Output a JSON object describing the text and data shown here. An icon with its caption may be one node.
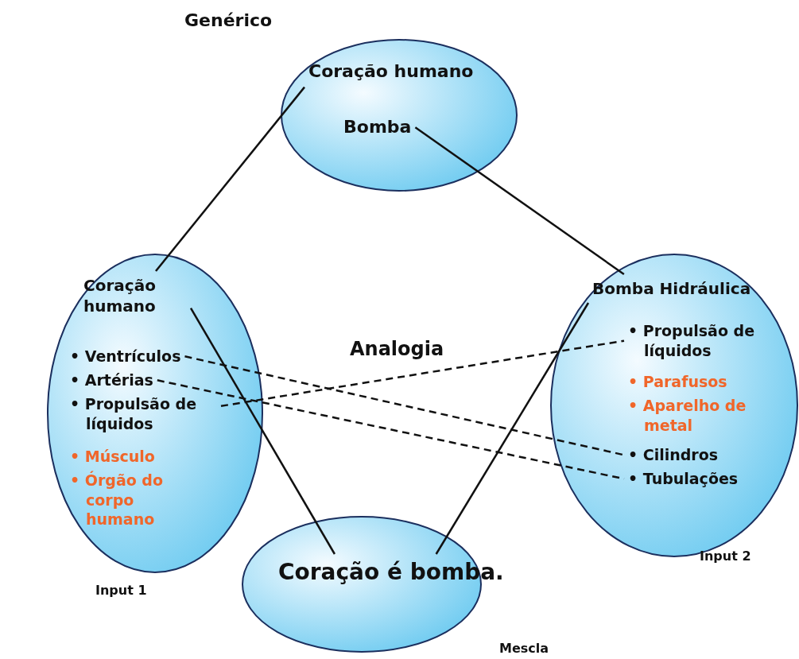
{
  "diagram": {
    "nodes": [
      {
        "text": [
          "Genérico"
        ]
      },
      {
        "text": [
          "Coração humano"
        ],
        "in": 0
      },
      {
        "text": [
          "Bomba"
        ],
        "in": 0
      },
      {
        "text": [
          "Input 1"
        ]
      },
      {
        "text": [
          "Coração humano"
        ],
        "in": 3
      },
      {
        "text": [
          "• Ventrículos"
        ],
        "in": 3
      },
      {
        "text": [
          "• Artérias"
        ],
        "in": 3
      },
      {
        "text": [
          "• Propulsão de líquidos"
        ],
        "in": 3
      },
      {
        "text": [
          "• Músculo"
        ],
        "in": 3
      },
      {
        "text": [
          "• Órgão do corpo humano"
        ],
        "in": 3
      },
      {
        "text": [
          "Input 2"
        ]
      },
      {
        "text": [
          "Bomba Hidráulica"
        ],
        "in": 10
      },
      {
        "text": [
          "• Propulsão de líquidos"
        ],
        "in": 10
      },
      {
        "text": [
          "• Parafusos"
        ],
        "in": 10
      },
      {
        "text": [
          "• Aparelho de metal"
        ],
        "in": 10
      },
      {
        "text": [
          "• Cilindros"
        ],
        "in": 10
      },
      {
        "text": [
          "• Tubulações"
        ],
        "in": 10
      },
      {
        "text": [
          "Mescla"
        ]
      },
      {
        "text": [
          "Coração é bomba."
        ],
        "in": 17
      }
    ],
    "edges": [
      {
        "from": 1,
        "to": 4,
        "arrow": "none"
      },
      {
        "from": 2,
        "to": 11,
        "arrow": "none"
      },
      {
        "from": 5,
        "to": 15,
        "arrow": "none",
        "style": "dashed"
      },
      {
        "from": 6,
        "to": 16,
        "arrow": "none",
        "style": "dashed"
      },
      {
        "from": 7,
        "to": 12,
        "arrow": "none",
        "style": "dashed"
      },
      {
        "from": 4,
        "to": 18,
        "arrow": "none"
      },
      {
        "from": 11,
        "to": 18,
        "arrow": "none"
      }
    ],
    "labels": [
      "Analogia"
    ]
  }
}
